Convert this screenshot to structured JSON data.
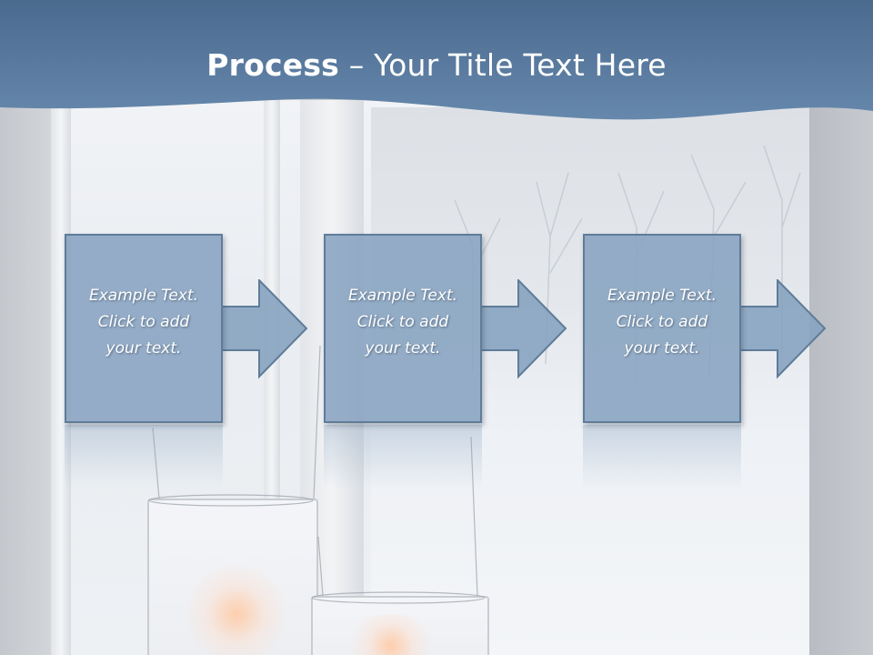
{
  "title": {
    "bold": "Process",
    "rest": " – Your Title Text Here"
  },
  "steps": [
    {
      "text": "Example Text.\nClick  to add\nyour text."
    },
    {
      "text": "Example Text.\nClick  to add\nyour text."
    },
    {
      "text": "Example Text.\nClick  to add\nyour text."
    }
  ],
  "colors": {
    "header": "#5e7fa2",
    "box_fill": "#87a3c0",
    "box_border": "#5f7c99"
  }
}
